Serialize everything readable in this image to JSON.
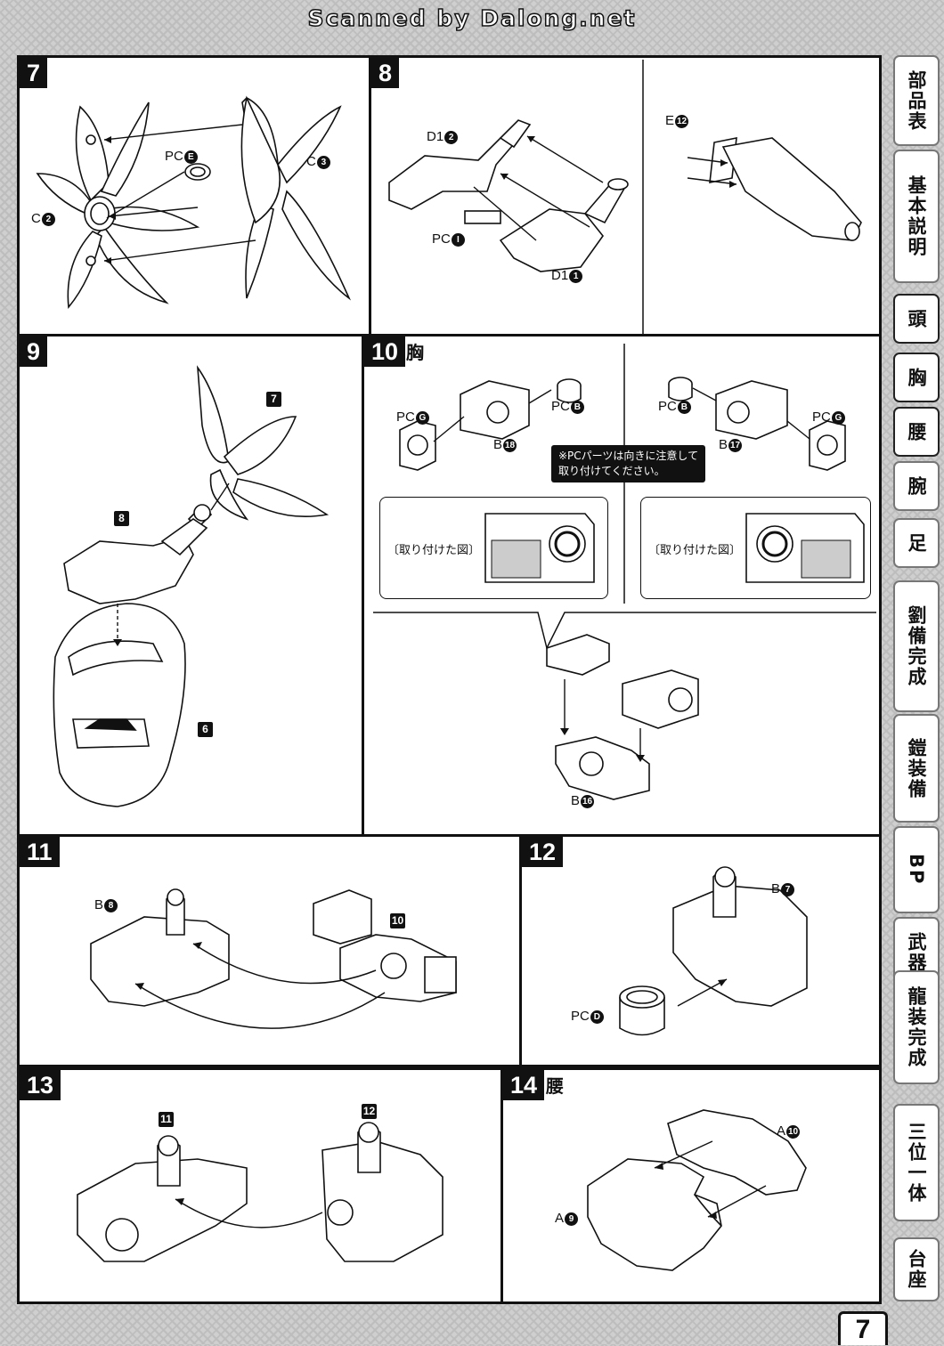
{
  "banner": "Scanned by Dalong.net",
  "page_number": "7",
  "steps": {
    "s7": {
      "num": "7",
      "labels": {
        "pc_e": "PC",
        "pc_e_id": "E",
        "c2": "C",
        "c2_id": "2",
        "c3": "C",
        "c3_id": "3"
      }
    },
    "s8": {
      "num": "8",
      "labels": {
        "d12": "D1",
        "d12_id": "2",
        "pci": "PC",
        "pci_id": "I",
        "d11": "D1",
        "d11_id": "1",
        "e12": "E",
        "e12_id": "12"
      }
    },
    "s9": {
      "num": "9",
      "tags": {
        "t7": "7",
        "t8": "8",
        "t6": "6"
      }
    },
    "s10": {
      "num": "10",
      "title": "胸",
      "labels": {
        "pcg_l": "PC",
        "pcg_l_id": "G",
        "pcb_l": "PC",
        "pcb_l_id": "B",
        "b18": "B",
        "b18_id": "18",
        "pcb_r": "PC",
        "pcb_r_id": "B",
        "pcg_r": "PC",
        "pcg_r_id": "G",
        "b17": "B",
        "b17_id": "17",
        "b16": "B",
        "b16_id": "16"
      },
      "note_line1": "※PCパーツは向きに注意して",
      "note_line2": "取り付けてください。",
      "mounted_left": "〔取り付けた図〕",
      "mounted_right": "〔取り付けた図〕"
    },
    "s11": {
      "num": "11",
      "labels": {
        "b8": "B",
        "b8_id": "8"
      },
      "tags": {
        "t10": "10"
      }
    },
    "s12": {
      "num": "12",
      "labels": {
        "b7": "B",
        "b7_id": "7",
        "pcd": "PC",
        "pcd_id": "D"
      }
    },
    "s13": {
      "num": "13",
      "tags": {
        "t11": "11",
        "t12": "12"
      }
    },
    "s14": {
      "num": "14",
      "title": "腰",
      "labels": {
        "a10": "A",
        "a10_id": "10",
        "a9": "A",
        "a9_id": "9"
      }
    }
  },
  "sidebar": {
    "tabs": [
      {
        "label": "部品表"
      },
      {
        "label": "基本説明"
      },
      {
        "label": "頭"
      },
      {
        "label": "胸"
      },
      {
        "label": "腰"
      },
      {
        "label": "腕"
      },
      {
        "label": "足"
      },
      {
        "label": "劉備完成"
      },
      {
        "label": "鎧装備"
      },
      {
        "label": "BP"
      },
      {
        "label": "武器"
      },
      {
        "label": "龍装完成"
      },
      {
        "label": "三位一体"
      },
      {
        "label": "台座"
      }
    ]
  }
}
